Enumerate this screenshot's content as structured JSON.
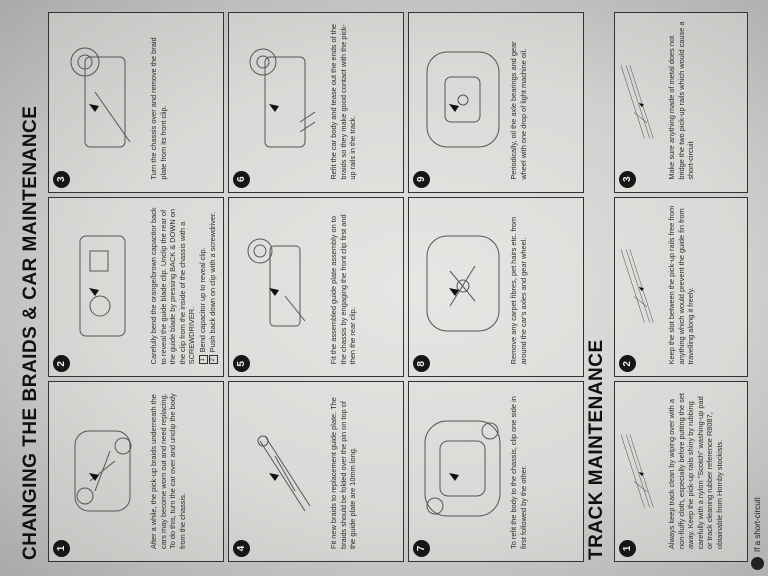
{
  "title": "CHANGING THE BRAIDS & CAR MAINTENANCE",
  "panels": [
    {
      "num": "1",
      "text": "After a while, the pick-up braids underneath the cars may become worn out and need replacing. To do this, turn the car over and unclip the body from the chassis."
    },
    {
      "num": "2",
      "text": "Carefully bend the orange/brown capacitor back to reveal the guide blade clip. Unclip the rear of the guide blade by pressing BACK & DOWN on the clip from the inside of the chassis with a SCREWDRIVER.",
      "steps": [
        {
          "n": "1",
          "text": "Bend capacitor up to reveal clip."
        },
        {
          "n": "2",
          "text": "Push back down on clip with a screwdriver."
        }
      ]
    },
    {
      "num": "3",
      "text": "Turn the chassis over and remove the braid plate from its front clip."
    },
    {
      "num": "4",
      "text": "Fit new braids to replacement guide plate. The braids should be folded over the pin on top of the guide plate are 10mm long."
    },
    {
      "num": "5",
      "text": "Fit the assembled guide plate assembly on to the chassis by engaging the front clip first and then the rear clip."
    },
    {
      "num": "6",
      "text": "Refit the car body and tease out the ends of the braids so they make good contact with the pick-up rails in the track."
    },
    {
      "num": "7",
      "text": "To refit the body to the chassis, clip one side in first followed by the other."
    },
    {
      "num": "8",
      "text": "Remove any carpet fibres, pet hairs etc. from around the car's axles and gear wheel."
    },
    {
      "num": "9",
      "text": "Periodically, oil the axle bearings and gear wheel with one drop of light machine oil."
    }
  ],
  "track": {
    "title": "TRACK MAINTENANCE",
    "panels": [
      {
        "num": "1",
        "text": "Always keep track clean by wiping over with a non-fluffy cloth, especially before putting the set away. Keep the pick-up rails shiny by rubbing carefully with a nylon \"Scotch\" washing-up pad or track cleaning rubber reference R8087, obtainable from Hornby stockists."
      },
      {
        "num": "2",
        "text": "Keep the slot between the pick-up rails free from anything which would prevent the guide fin from travelling along it freely."
      },
      {
        "num": "3",
        "text": "Make sure anything made of metal does not bridge the two pick-up rails which would cause a short-circuit"
      }
    ],
    "footer": "If a short-circuit"
  }
}
